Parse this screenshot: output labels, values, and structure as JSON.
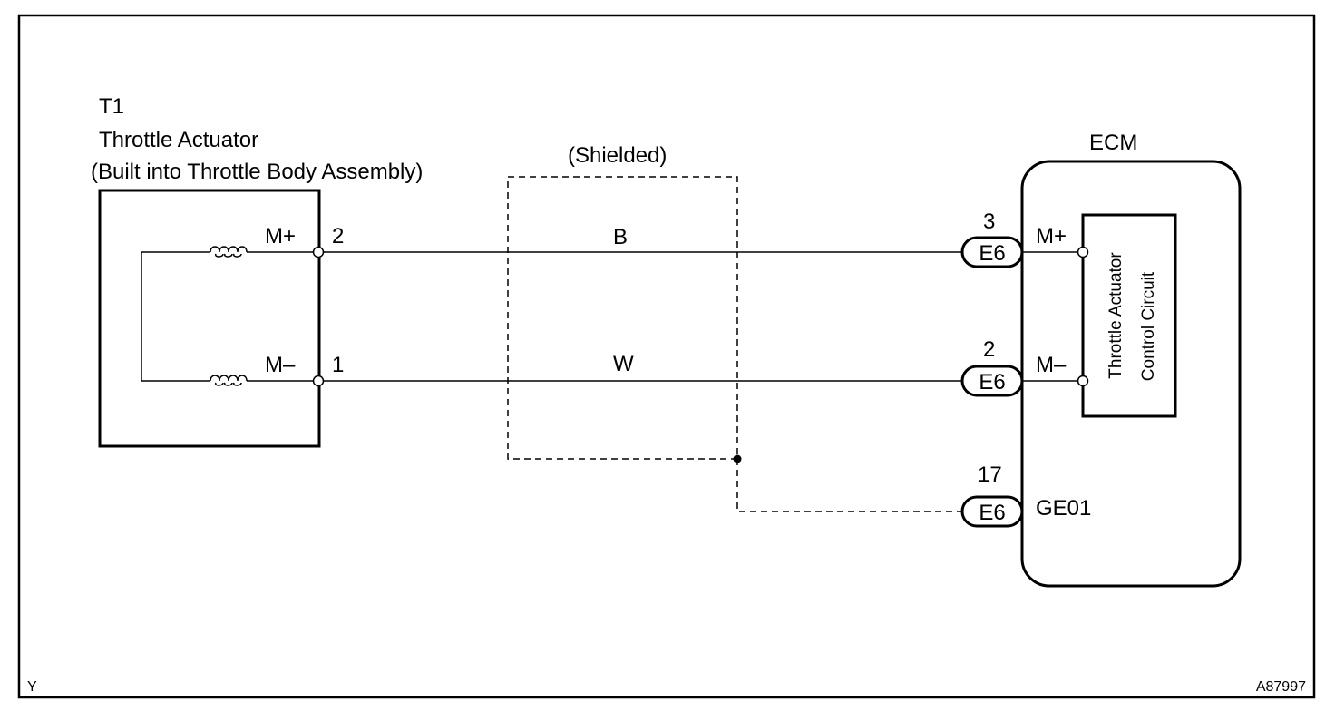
{
  "actuator": {
    "id": "T1",
    "name": "Throttle Actuator",
    "note": "(Built into Throttle Body Assembly)",
    "pin_m_plus": "M+",
    "pin_m_minus": "M–",
    "pin_num_top": "2",
    "pin_num_bottom": "1"
  },
  "shield": {
    "label": "(Shielded)"
  },
  "wires": {
    "top_color": "B",
    "bottom_color": "W"
  },
  "ecm": {
    "title": "ECM",
    "circuit_line1": "Throttle Actuator",
    "circuit_line2": "Control Circuit",
    "pin_m_plus": "M+",
    "pin_m_minus": "M–",
    "ground_label": "GE01",
    "connectors": [
      {
        "pin": "3",
        "code": "E6"
      },
      {
        "pin": "2",
        "code": "E6"
      },
      {
        "pin": "17",
        "code": "E6"
      }
    ]
  },
  "corner_left": "Y",
  "corner_right": "A87997"
}
